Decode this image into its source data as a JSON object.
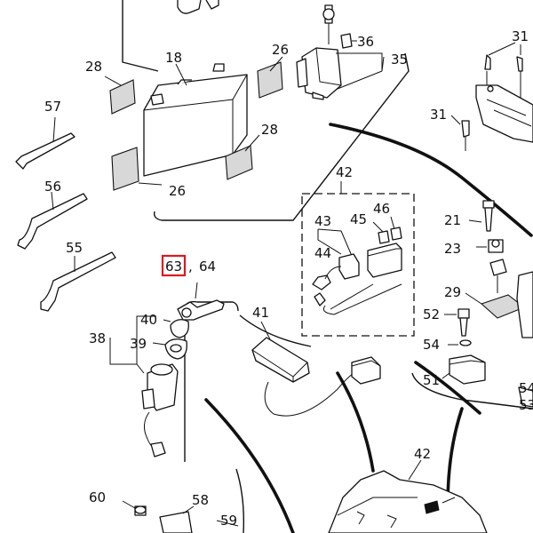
{
  "callouts": {
    "c18": "18",
    "c28a": "28",
    "c26a": "26",
    "c28b": "28",
    "c26b": "26",
    "c36": "36",
    "c35": "35",
    "c31a": "31",
    "c31b": "31",
    "c57": "57",
    "c56": "56",
    "c55": "55",
    "c42a": "42",
    "c43": "43",
    "c45": "45",
    "c46": "46",
    "c44": "44",
    "c21": "21",
    "c23": "23",
    "c29": "29",
    "c52": "52",
    "c54a": "54",
    "c51": "51",
    "c54b": "54",
    "c53": "53",
    "c63": "63",
    "c64": "64",
    "comma": ",",
    "c40": "40",
    "c38": "38",
    "c39": "39",
    "c41": "41",
    "c42b": "42",
    "c60": "60",
    "c58": "58",
    "c59": "59"
  },
  "highlight": {
    "target": "63",
    "color": "#e0161c"
  }
}
